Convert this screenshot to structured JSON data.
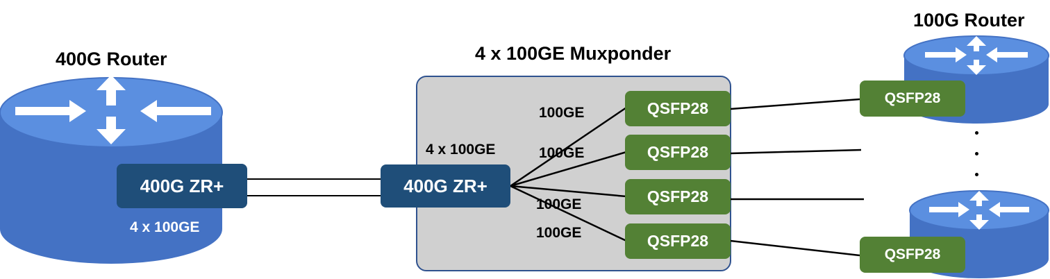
{
  "left_router": {
    "title": "400G Router",
    "module_label": "400G ZR+",
    "port_label": "4 x 100GE"
  },
  "muxponder": {
    "title": "4 x 100GE  Muxponder",
    "line_label": "4 x 100GE",
    "module_label": "400G ZR+",
    "branch_labels": [
      "100GE",
      "100GE",
      "100GE",
      "100GE"
    ],
    "client_ports": [
      "QSFP28",
      "QSFP28",
      "QSFP28",
      "QSFP28"
    ]
  },
  "right_routers": {
    "title": "100G Router",
    "top_module_label": "QSFP28",
    "bottom_module_label": "QSFP28"
  },
  "colors": {
    "router_blue": "#4472c4",
    "router_top": "#5b8fe0",
    "zr_module": "#1f4e79",
    "qsfp_module": "#538135",
    "muxponder_fill": "#d0d0d0",
    "muxponder_border": "#2f528f"
  },
  "icons": [
    "router-icon",
    "router-arrows-icon",
    "ellipsis-vertical-icon"
  ]
}
